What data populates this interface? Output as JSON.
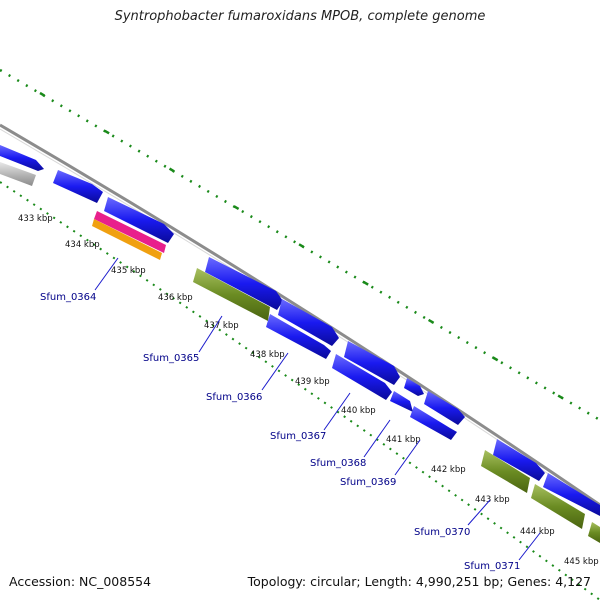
{
  "title": "Syntrophobacter fumaroxidans MPOB, complete genome",
  "footer": {
    "accession": "Accession: NC_008554",
    "summary": "Topology: circular; Length: 4,990,251 bp; Genes: 4,127"
  },
  "colors": {
    "cds_forward": "#1a1af0",
    "cds_grey": "#b8b8b8",
    "rna_magenta": "#e8208c",
    "rna_orange": "#f0a010",
    "highlight_green": "#6b8c23",
    "backbone": "#8c8c8c",
    "tick": "#1a8a1a",
    "label": "#000088"
  },
  "kbp_labels": [
    "433 kbp",
    "434 kbp",
    "435 kbp",
    "436 kbp",
    "437 kbp",
    "438 kbp",
    "439 kbp",
    "440 kbp",
    "441 kbp",
    "442 kbp",
    "443 kbp",
    "444 kbp",
    "445 kbp"
  ],
  "gene_labels": [
    "Sfum_0364",
    "Sfum_0365",
    "Sfum_0366",
    "Sfum_0367",
    "Sfum_0368",
    "Sfum_0369",
    "Sfum_0370",
    "Sfum_0371"
  ]
}
